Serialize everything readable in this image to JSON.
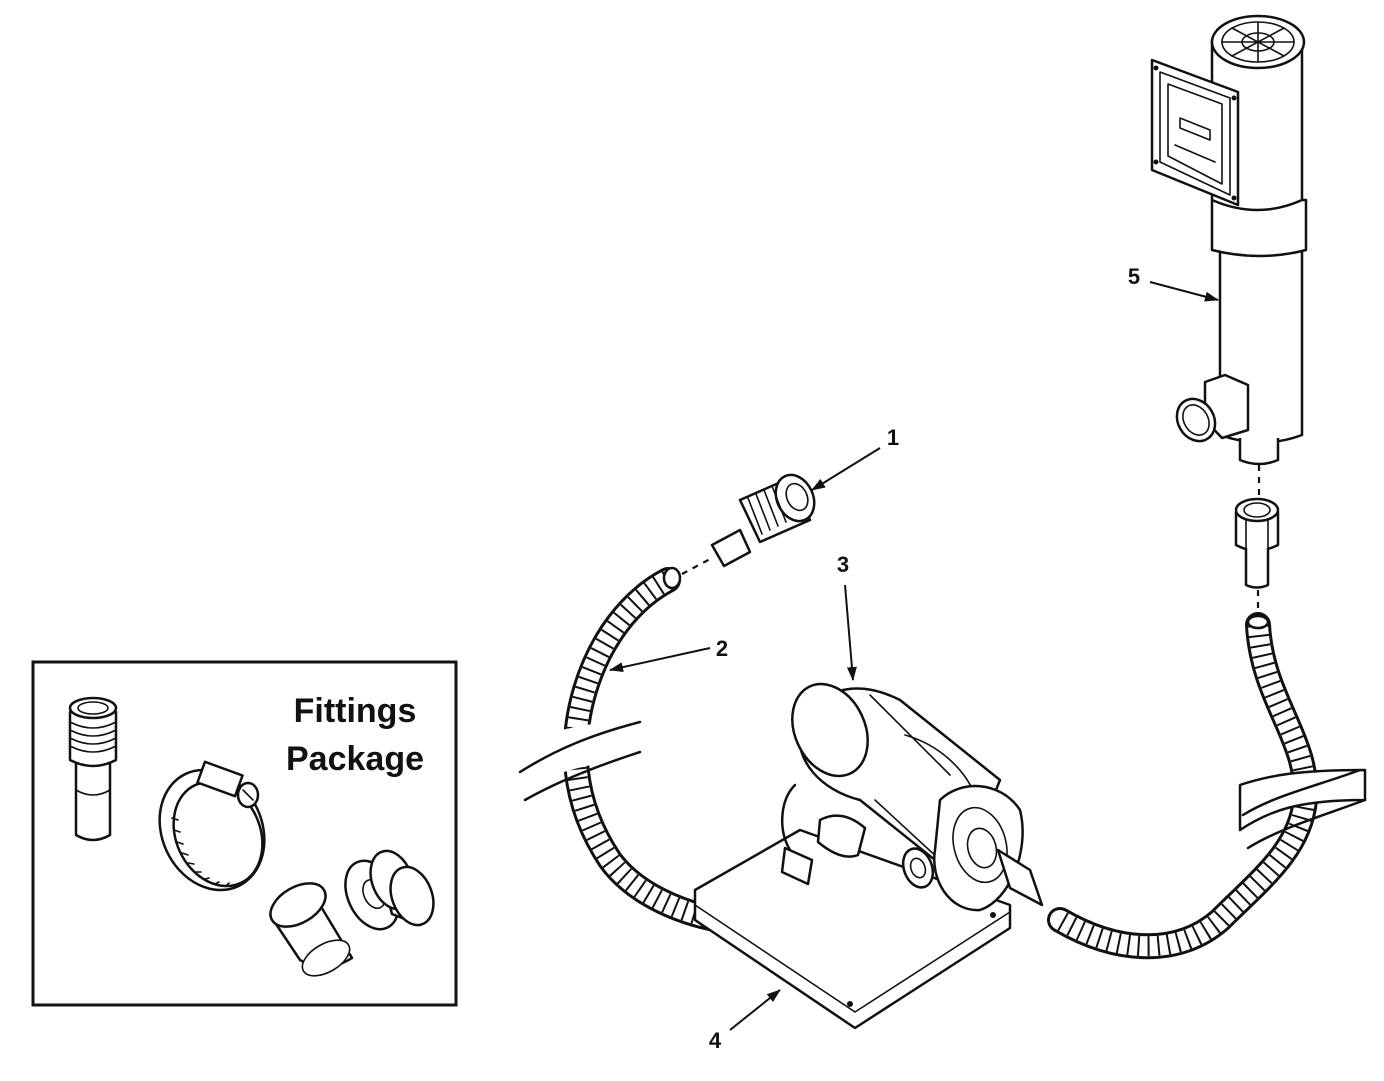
{
  "callouts": [
    {
      "id": "1",
      "label": "1"
    },
    {
      "id": "2",
      "label": "2"
    },
    {
      "id": "3",
      "label": "3"
    },
    {
      "id": "4",
      "label": "4"
    },
    {
      "id": "5",
      "label": "5"
    }
  ],
  "fittings_package": {
    "title_line1": "Fittings",
    "title_line2": "Package"
  }
}
